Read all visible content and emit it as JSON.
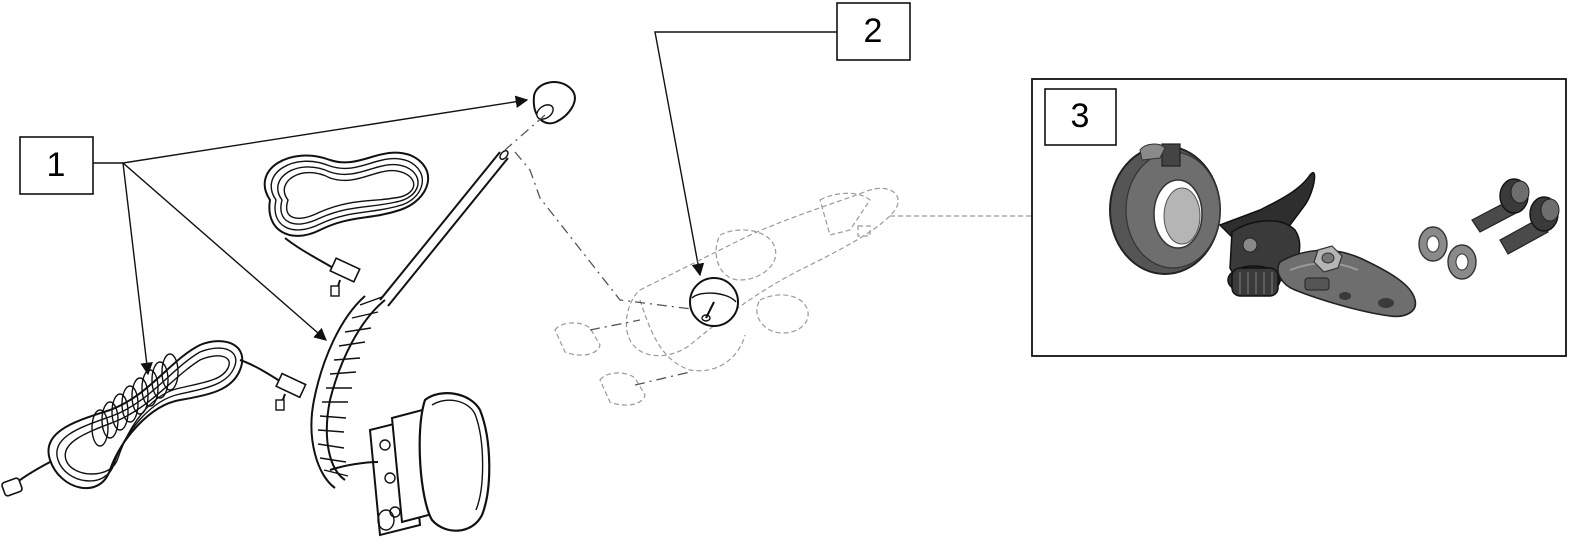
{
  "callouts": [
    {
      "id": "1",
      "label": "1"
    },
    {
      "id": "2",
      "label": "2"
    },
    {
      "id": "3",
      "label": "3"
    }
  ],
  "colors": {
    "line": "#111111",
    "ghost": "#9a9a9a",
    "part_dark": "#3a3a3a",
    "part_mid": "#6e6e6e",
    "part_light": "#b5b5b5"
  }
}
